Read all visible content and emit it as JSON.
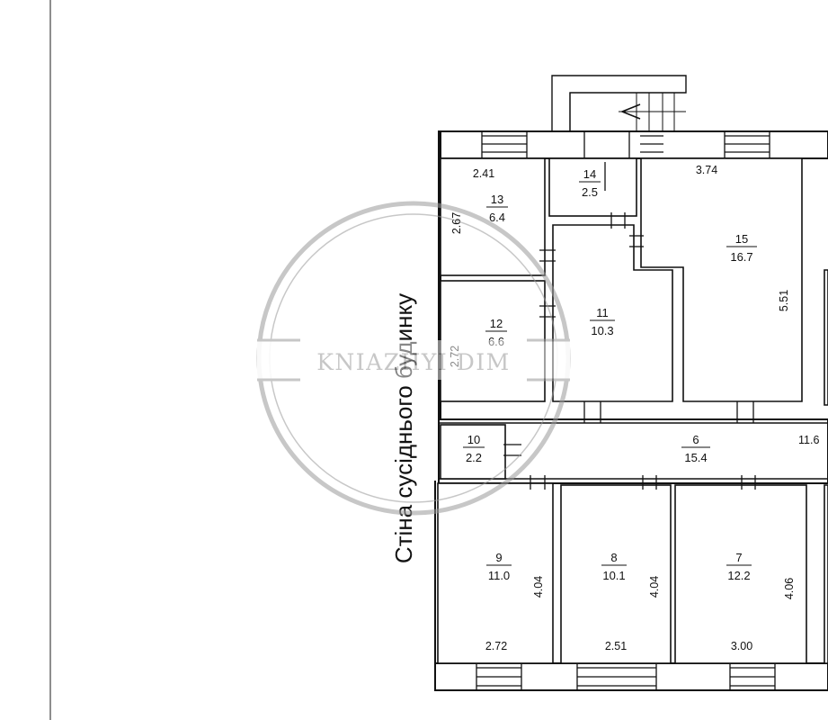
{
  "neighbor_wall_label": "Стіна сусіднього будинку",
  "watermark_text": "KNIAZHYI DIM",
  "rooms": [
    {
      "id": "room-13",
      "number": "13",
      "area": "6.4"
    },
    {
      "id": "room-14",
      "number": "14",
      "area": "2.5"
    },
    {
      "id": "room-15",
      "number": "15",
      "area": "16.7"
    },
    {
      "id": "room-12",
      "number": "12",
      "area": "6.6"
    },
    {
      "id": "room-11",
      "number": "11",
      "area": "10.3"
    },
    {
      "id": "room-10",
      "number": "10",
      "area": "2.2"
    },
    {
      "id": "room-6",
      "number": "6",
      "area": "15.4"
    },
    {
      "id": "room-9",
      "number": "9",
      "area": "11.0"
    },
    {
      "id": "room-8",
      "number": "8",
      "area": "10.1"
    },
    {
      "id": "room-7",
      "number": "7",
      "area": "12.2"
    }
  ],
  "dimensions": [
    {
      "id": "dim-2-41",
      "text": "2.41"
    },
    {
      "id": "dim-3-74",
      "text": "3.74"
    },
    {
      "id": "dim-2-67",
      "text": "2.67"
    },
    {
      "id": "dim-5-51",
      "text": "5.51"
    },
    {
      "id": "dim-2-72-room12",
      "text": "2.72"
    },
    {
      "id": "dim-11-6",
      "text": "11.6"
    },
    {
      "id": "dim-4-04-room9",
      "text": "4.04"
    },
    {
      "id": "dim-4-04-room8",
      "text": "4.04"
    },
    {
      "id": "dim-4-06",
      "text": "4.06"
    },
    {
      "id": "dim-2-72-room9",
      "text": "2.72"
    },
    {
      "id": "dim-2-51",
      "text": "2.51"
    },
    {
      "id": "dim-3-00",
      "text": "3.00"
    }
  ]
}
